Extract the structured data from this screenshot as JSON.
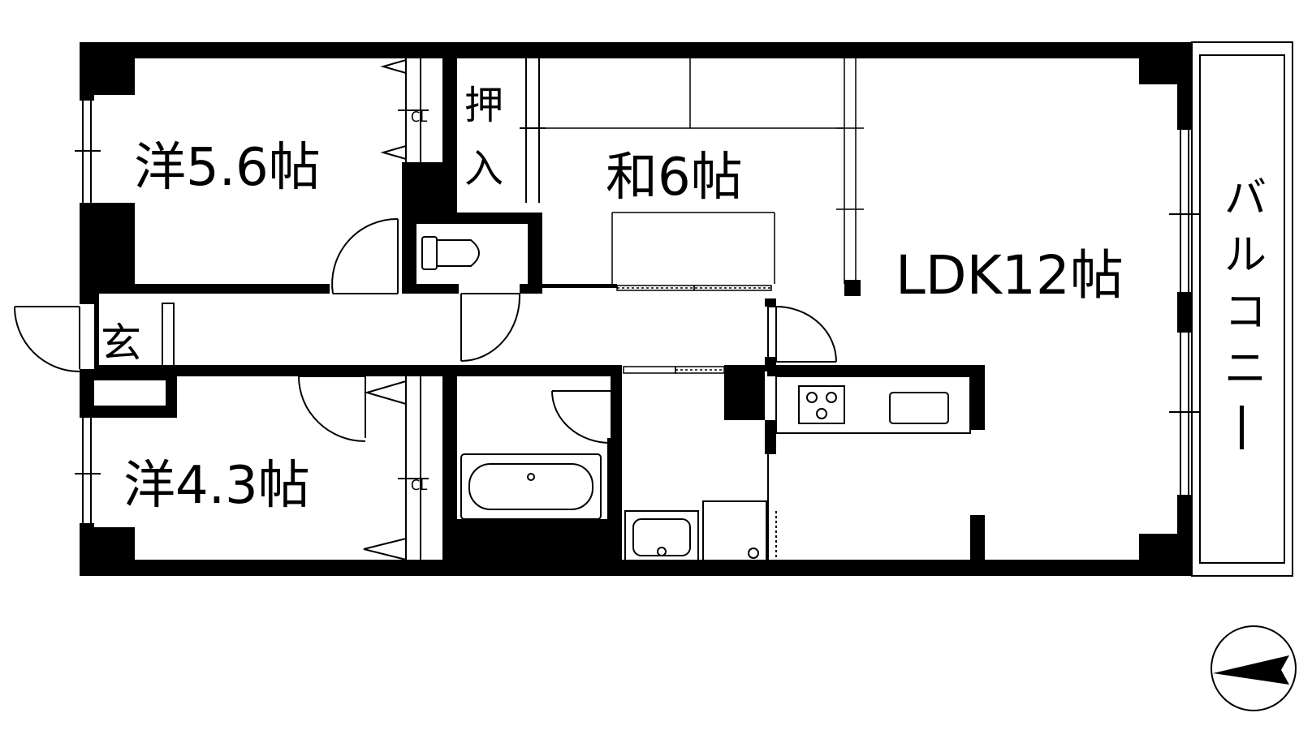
{
  "rooms": {
    "western_1": "洋5.6帖",
    "western_2": "洋4.3帖",
    "japanese": "和6帖",
    "ldk": "LDK12帖",
    "entrance": "玄",
    "closet_1": "CL",
    "closet_2": "CL",
    "oshiire_top": "押",
    "oshiire_bottom": "入"
  },
  "balcony": {
    "chars": [
      "バ",
      "ル",
      "コ",
      "ニ",
      "ー"
    ]
  },
  "compass": {
    "points_to": "west"
  }
}
